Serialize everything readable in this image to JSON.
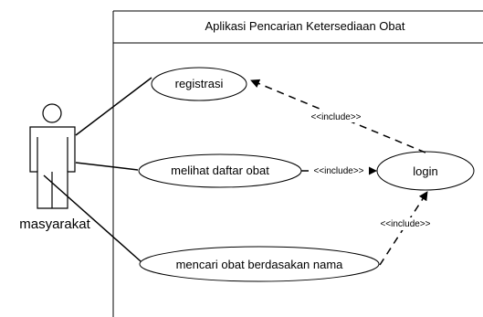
{
  "system": {
    "title": "Aplikasi Pencarian Ketersediaan Obat"
  },
  "actor": {
    "name": "masyarakat"
  },
  "use_cases": {
    "registrasi": "registrasi",
    "melihat_daftar_obat": "melihat daftar obat",
    "mencari_obat": "mencari obat berdasakan nama",
    "login": "login"
  },
  "relations": {
    "include_registrasi": "<<include>>",
    "include_melihat": "<<include>>",
    "include_mencari": "<<include>>"
  },
  "colors": {
    "line": "#000000",
    "background": "#ffffff"
  }
}
